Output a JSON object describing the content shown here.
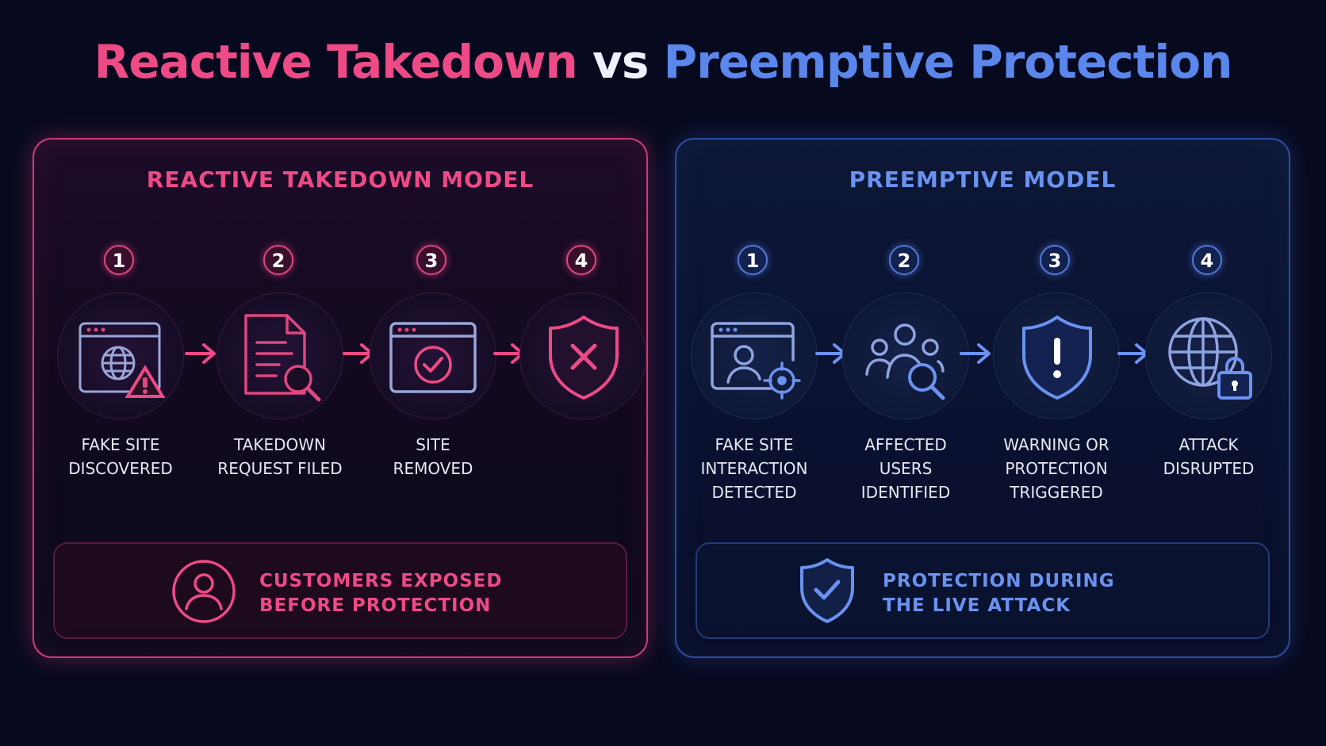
{
  "title": {
    "part1": "Reactive Takedown",
    "part2": "vs",
    "part3": "Preemptive Protection"
  },
  "colors": {
    "reactive": "#ee4a86",
    "preemptive": "#5b86ec",
    "background": "#070a1f"
  },
  "reactive": {
    "heading": "REACTIVE TAKEDOWN MODEL",
    "steps": [
      {
        "number": "1",
        "label": "FAKE SITE\nDISCOVERED",
        "icon": "browser-globe-warning-icon"
      },
      {
        "number": "2",
        "label": "TAKEDOWN\nREQUEST FILED",
        "icon": "document-search-icon"
      },
      {
        "number": "3",
        "label": "SITE\nREMOVED",
        "icon": "browser-check-icon"
      },
      {
        "number": "4",
        "label": "",
        "icon": "shield-x-icon"
      }
    ],
    "outcome": {
      "line1": "CUSTOMERS EXPOSED",
      "line2": "BEFORE PROTECTION",
      "icon": "user-icon"
    }
  },
  "preemptive": {
    "heading": "PREEMPTIVE MODEL",
    "steps": [
      {
        "number": "1",
        "label": "FAKE SITE\nINTERACTION\nDETECTED",
        "icon": "browser-user-target-icon"
      },
      {
        "number": "2",
        "label": "AFFECTED\nUSERS\nIDENTIFIED",
        "icon": "users-search-icon"
      },
      {
        "number": "3",
        "label": "WARNING OR\nPROTECTION\nTRIGGERED",
        "icon": "shield-exclamation-icon"
      },
      {
        "number": "4",
        "label": "ATTACK\nDISRUPTED",
        "icon": "globe-lock-icon"
      }
    ],
    "outcome": {
      "line1": "PROTECTION DURING",
      "line2": "THE LIVE ATTACK",
      "icon": "shield-check-icon"
    }
  }
}
